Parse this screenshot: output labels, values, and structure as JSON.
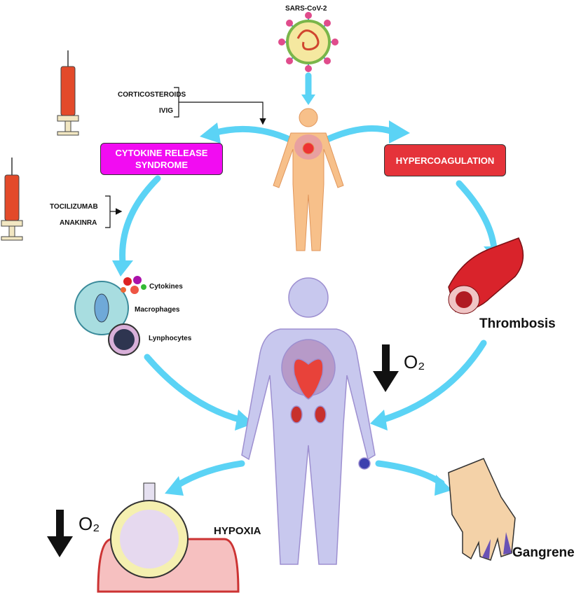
{
  "virus": {
    "label": "SARS-CoV-2"
  },
  "treatments_top": {
    "items": [
      "CORTICOSTEROIDS",
      "IVIG"
    ]
  },
  "treatments_mid": {
    "items": [
      "TOCILIZUMAB",
      "ANAKINRA"
    ]
  },
  "boxes": {
    "crs": "CYTOKINE RELEASE SYNDROME",
    "hypercoagulation": "HYPERCOAGULATION"
  },
  "cells": {
    "cytokines": "Cytokines",
    "macrophages": "Macrophages",
    "lymphocytes": "Lynphocytes"
  },
  "outcomes": {
    "thrombosis": "Thrombosis",
    "hypoxia": "HYPOXIA",
    "gangrene": "Gangrene"
  },
  "oxygen": {
    "label_right": "O₂",
    "label_left": "O₂"
  },
  "colors": {
    "crs": "#f20cf2",
    "hyper": "#e5333a",
    "arrow": "#5bd3f5"
  }
}
